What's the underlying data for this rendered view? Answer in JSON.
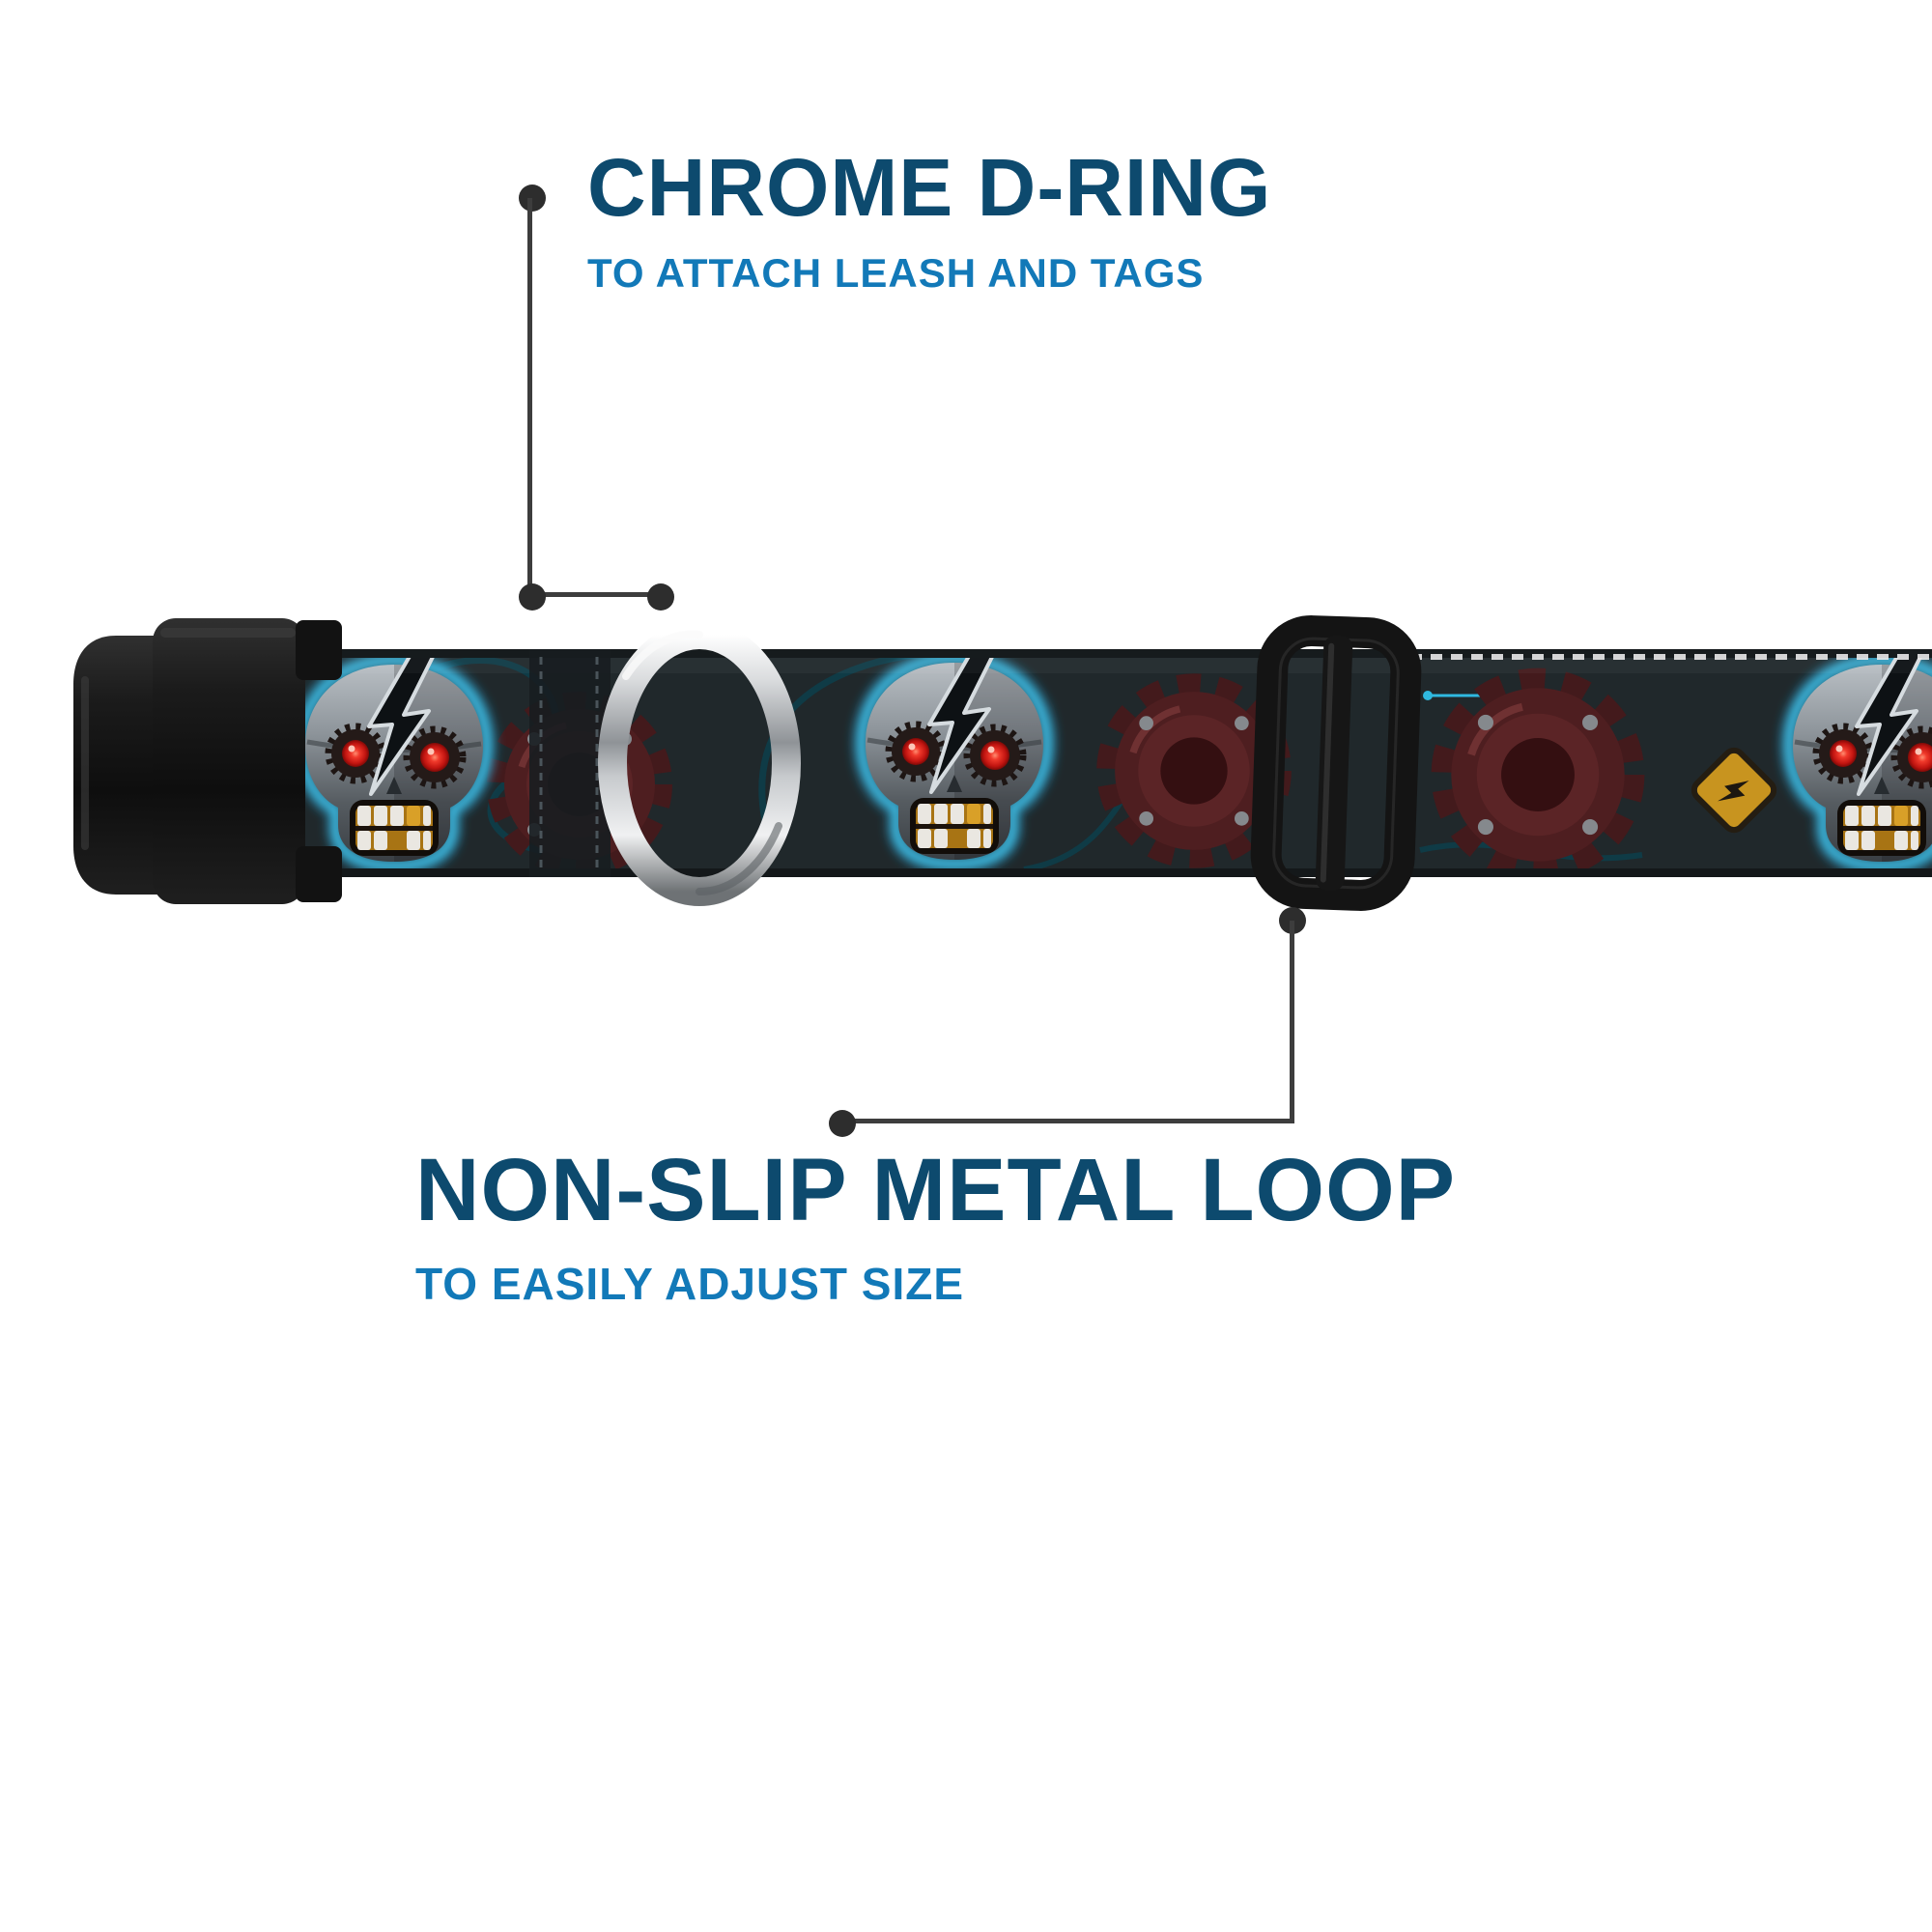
{
  "callouts": {
    "top": {
      "title": "CHROME D-RING",
      "subtitle": "TO ATTACH LEASH AND TAGS"
    },
    "bottom": {
      "title": "NON-SLIP METAL LOOP",
      "subtitle": "TO EASILY ADJUST SIZE"
    }
  },
  "colors": {
    "title_text": "#0d4a6e",
    "subtitle_text": "#1279b8",
    "leader_line": "#3d3d3d",
    "leader_dot": "#2d2d2d",
    "strap_background": "#20282b",
    "skull_glow": "#45ccf5",
    "eye_red": "#e3231e",
    "gear_maroon": "#4e1e20",
    "buckle_black": "#141414",
    "chrome_metal": "#c7cacd"
  },
  "parts": {
    "strap": "printed-collar-strap",
    "buckle": "side-release-buckle",
    "d_ring": "chrome-d-ring",
    "slider": "non-slip-metal-loop",
    "skull": "robot-skull-graphic",
    "gear": "maroon-gear-graphic"
  }
}
